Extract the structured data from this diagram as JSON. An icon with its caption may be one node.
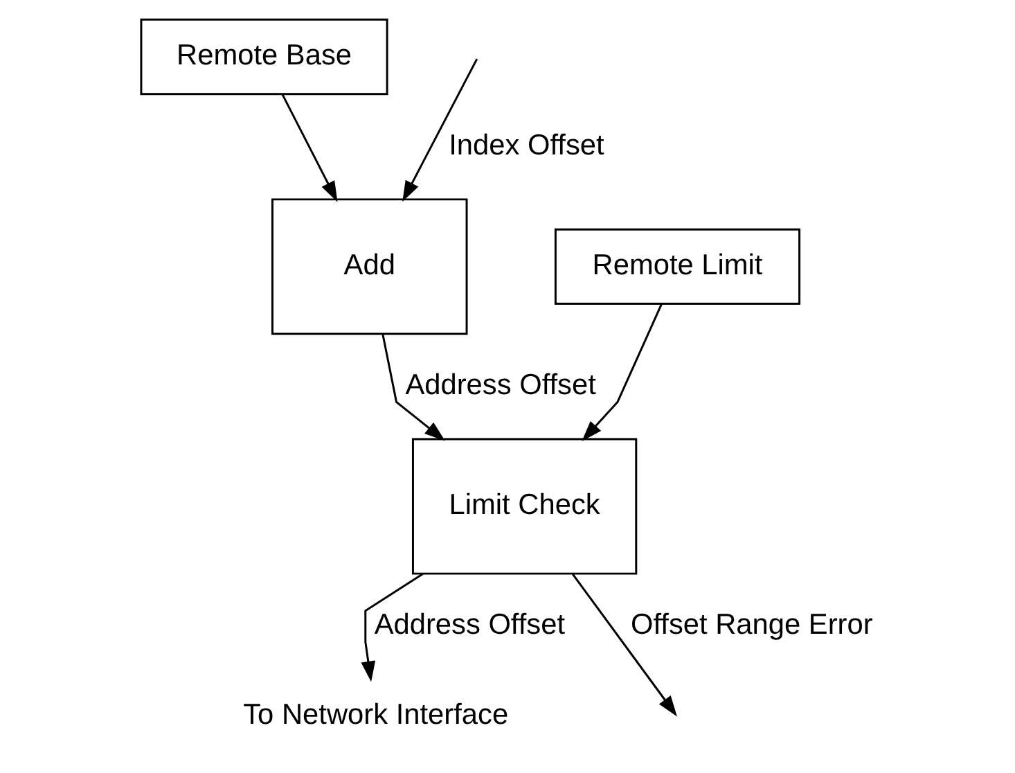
{
  "diagram": {
    "nodes": [
      {
        "text": [
          "Remote Base"
        ]
      },
      {
        "text": [
          "Add"
        ]
      },
      {
        "text": [
          "Remote Limit"
        ]
      },
      {
        "text": [
          "Limit Check"
        ]
      },
      {
        "text": [
          "To Network Interface"
        ]
      }
    ],
    "edges": [
      {
        "from": 0,
        "to": 1,
        "arrow": "to"
      },
      {
        "from": null,
        "to": 1,
        "arrow": "to",
        "label": "Index Offset"
      },
      {
        "from": 1,
        "to": 3,
        "arrow": "to",
        "label": "Address Offset"
      },
      {
        "from": 2,
        "to": 3,
        "arrow": "to"
      },
      {
        "from": 3,
        "to": null,
        "arrow": "to",
        "label": "Offset Range Error"
      },
      {
        "from": 3,
        "to": 4,
        "arrow": "to",
        "label": "Address Offset"
      }
    ]
  }
}
